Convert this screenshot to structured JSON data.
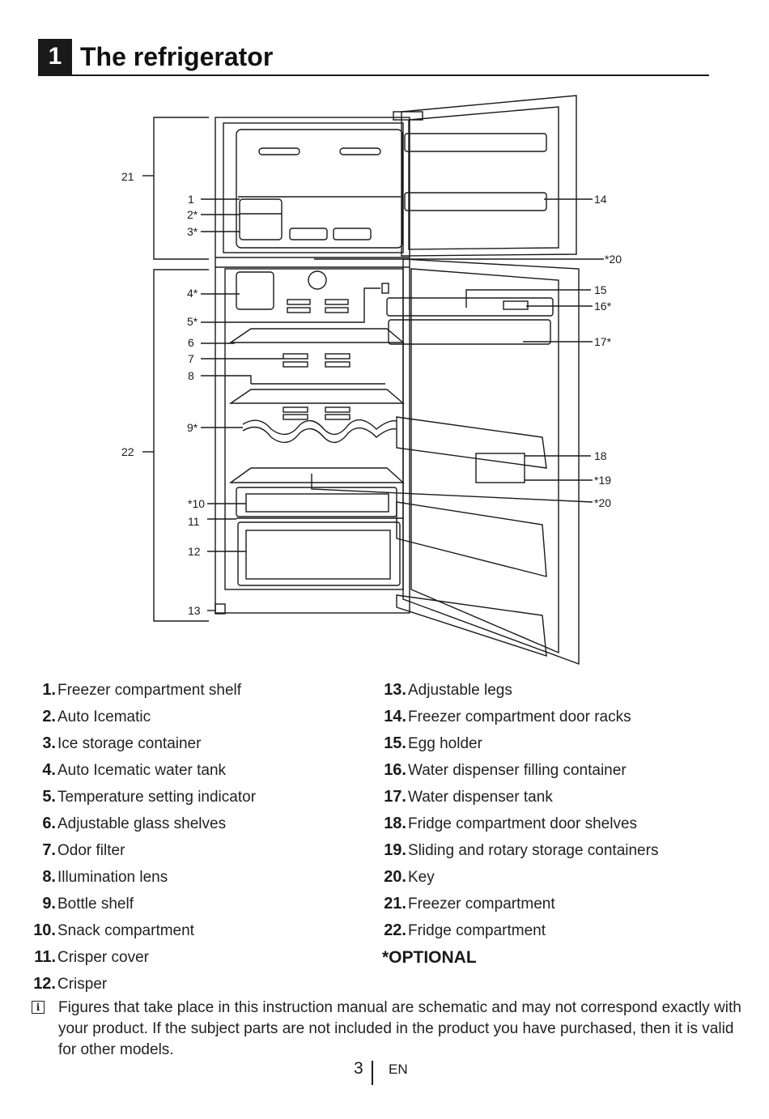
{
  "header": {
    "section_number": "1",
    "title": "The refrigerator"
  },
  "diagram": {
    "callouts": {
      "c21": "21",
      "c22": "22",
      "c1": "1",
      "c2": "2*",
      "c3": "3*",
      "c4": "4*",
      "c5": "5*",
      "c6": "6",
      "c7": "7",
      "c8": "8",
      "c9": "9*",
      "c10": "*10",
      "c11": "11",
      "c12": "12",
      "c13": "13",
      "c14": "14",
      "c20a": "*20",
      "c15": "15",
      "c16": "16*",
      "c17": "17*",
      "c18": "18",
      "c19": "*19",
      "c20b": "*20"
    }
  },
  "legend_left": [
    {
      "num": "1.",
      "text": "Freezer compartment shelf"
    },
    {
      "num": "2.",
      "text": "Auto Icematic"
    },
    {
      "num": "3.",
      "text": "Ice storage container"
    },
    {
      "num": "4.",
      "text": "Auto Icematic water tank"
    },
    {
      "num": "5.",
      "text": "Temperature setting indicator"
    },
    {
      "num": "6.",
      "text": "Adjustable glass shelves"
    },
    {
      "num": "7.",
      "text": "Odor filter"
    },
    {
      "num": "8.",
      "text": "Illumination lens"
    },
    {
      "num": "9.",
      "text": "Bottle shelf"
    },
    {
      "num": "10.",
      "text": "Snack compartment"
    },
    {
      "num": "11.",
      "text": "Crisper cover"
    },
    {
      "num": "12.",
      "text": "Crisper"
    }
  ],
  "legend_right": [
    {
      "num": "13.",
      "text": "Adjustable legs"
    },
    {
      "num": "14.",
      "text": "Freezer compartment door racks"
    },
    {
      "num": "15.",
      "text": "Egg holder"
    },
    {
      "num": "16.",
      "text": "Water dispenser filling container"
    },
    {
      "num": "17.",
      "text": "Water dispenser tank"
    },
    {
      "num": "18.",
      "text": "Fridge compartment door shelves"
    },
    {
      "num": "19.",
      "text": "Sliding and rotary storage containers"
    },
    {
      "num": "20.",
      "text": "Key"
    },
    {
      "num": "21.",
      "text": "Freezer compartment"
    },
    {
      "num": "22.",
      "text": "Fridge compartment"
    }
  ],
  "optional_note": "*OPTIONAL",
  "info_note": "Figures that take place in this instruction manual are schematic and may not correspond exactly with your product. If the subject parts are not included in the product you have purchased, then it is valid for other models.",
  "footer": {
    "page": "3",
    "lang": "EN"
  }
}
